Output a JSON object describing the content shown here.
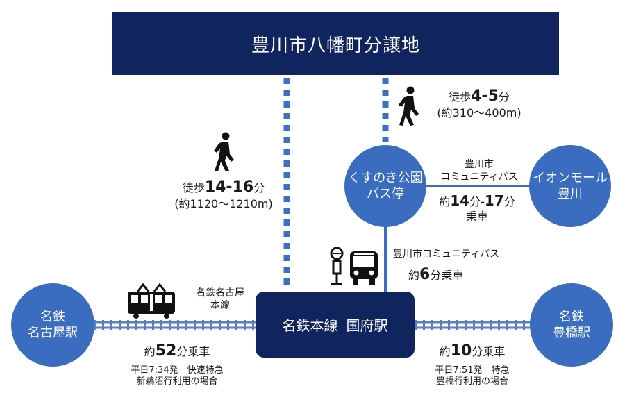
{
  "title": "豊川市八幡町分譲地",
  "hub": {
    "line": "名鉄本線",
    "station": "国府駅"
  },
  "nodes": {
    "kusunoki": {
      "line1": "くすのき公園",
      "line2": "バス停"
    },
    "aeon": {
      "line1": "イオンモール",
      "line2": "豊川"
    },
    "nagoya": {
      "line1": "名鉄",
      "line2": "名古屋駅"
    },
    "toyohashi": {
      "line1": "名鉄",
      "line2": "豊橋駅"
    }
  },
  "walk_long": {
    "prefix": "徒歩",
    "time": "14-16",
    "unit": "分",
    "distance": "(約1120～1210m)"
  },
  "walk_short": {
    "prefix": "徒歩",
    "time": "4-5",
    "unit": "分",
    "distance": "(約310～400m)"
  },
  "bus_aeon": {
    "line1": "豊川市",
    "line2": "コミュニティバス",
    "prefix": "約",
    "time1": "14",
    "mid": "分-",
    "time2": "17",
    "unit": "分",
    "ride": "乗車"
  },
  "bus_hub": {
    "name": "豊川市コミュニティバス",
    "prefix": "約",
    "time": "6",
    "unit": "分乗車"
  },
  "nagoya_line": {
    "line1": "名鉄名古屋",
    "line2": "本線"
  },
  "to_nagoya": {
    "prefix": "約",
    "time": "52",
    "unit": "分乗車",
    "note1": "平日7:34発　快速特急",
    "note2": "新鵜沼行利用の場合"
  },
  "to_toyohashi": {
    "prefix": "約",
    "time": "10",
    "unit": "分乗車",
    "note1": "平日7:51発　特急",
    "note2": "豊橋行利用の場合"
  },
  "colors": {
    "navy": "#10245e",
    "blue": "#3a6cc0",
    "dot": "#3d6fc2",
    "track": "#5b7ec4"
  },
  "icons": [
    "walking-person-icon",
    "bus-stop-icon",
    "bus-icon",
    "train-icon"
  ]
}
